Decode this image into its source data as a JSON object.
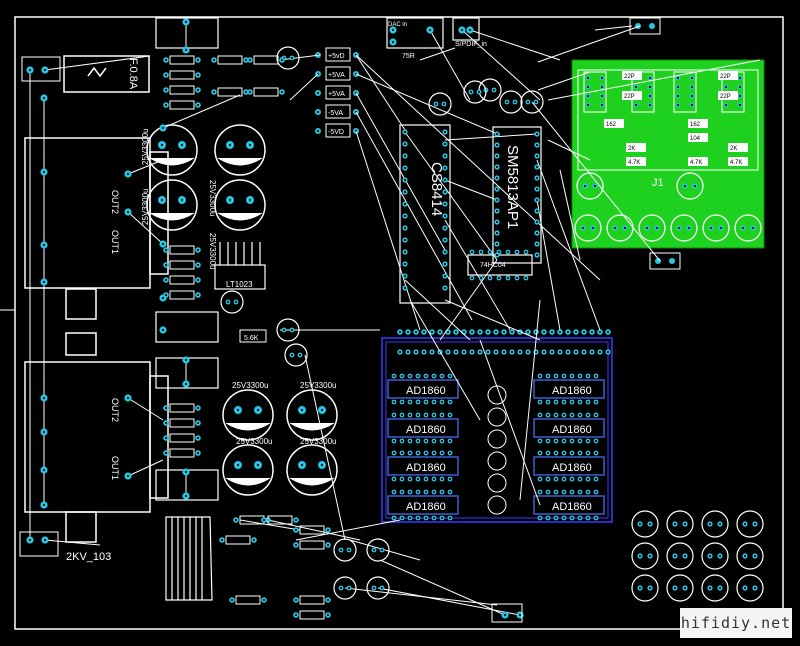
{
  "colors": {
    "background": "#000000",
    "silkscreen": "#ffffff",
    "pad": "#22c8e6",
    "wire": "#ffffff",
    "green_board": "#1fd11f",
    "trace_blue": "#3b3bff",
    "chip_blue": "#3a5fd0"
  },
  "labels": {
    "fuse": "F.0.8A",
    "tfmr_top_out2": "OUT2",
    "tfmr_top_out1": "OUT1",
    "tfmr_bot_out2": "OUT2",
    "tfmr_bot_out1": "OUT1",
    "switch": "2KV_103",
    "cap_left_1": "25V3300u",
    "cap_left_2": "25V3300u",
    "cap_left_3": "25V3300u",
    "cap_left_4": "25V3300u",
    "cap_mid_1": "25V3300u",
    "cap_mid_2": "25V3300u",
    "cap_mid_3": "25V3300u",
    "cap_mid_4": "25V3300u",
    "reg_lt": "LT1023",
    "res_568k": "5.6K",
    "chip_cs8414": "CS8414",
    "chip_sm5813": "SM5813AP1",
    "chip_hc04": "74HC04",
    "spdif_in": "S/PDIF_in",
    "dac_in": "DAC in",
    "r75": "75R",
    "rail_1": "+5vD",
    "rail_2": "+5VA",
    "rail_3": "+5VA",
    "rail_4": "-5VA",
    "rail_5": "-5VD",
    "dac_1": "AD1860",
    "dac_2": "AD1860",
    "dac_3": "AD1860",
    "dac_4": "AD1860",
    "dac_5": "AD1860",
    "dac_6": "AD1860",
    "dac_7": "AD1860",
    "dac_8": "AD1860",
    "j1": "J1",
    "c22p": "22P",
    "r47k": "4.7K",
    "r2k": "2K",
    "r162": "162",
    "c104": "104",
    "watermark": "hifidiy.net"
  }
}
